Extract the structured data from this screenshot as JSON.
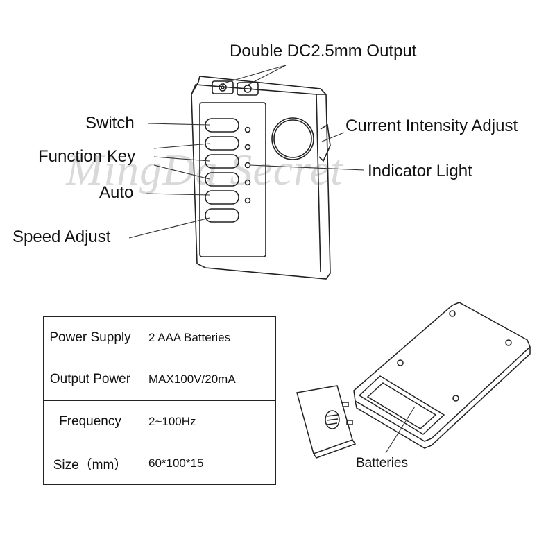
{
  "labels": {
    "output": "Double DC2.5mm Output",
    "switch": "Switch",
    "function_key": "Function Key",
    "auto": "Auto",
    "speed_adjust": "Speed Adjust",
    "current_intensity": "Current Intensity Adjust",
    "indicator_light": "Indicator Light",
    "batteries": "Batteries"
  },
  "watermark": "MingDa Secret",
  "specs": [
    {
      "key": "Power Supply",
      "value": "2 AAA Batteries"
    },
    {
      "key": "Output Power",
      "value": "MAX100V/20mA"
    },
    {
      "key": "Frequency",
      "value": "2~100Hz"
    },
    {
      "key": "Size（mm）",
      "value": "60*100*15"
    }
  ]
}
